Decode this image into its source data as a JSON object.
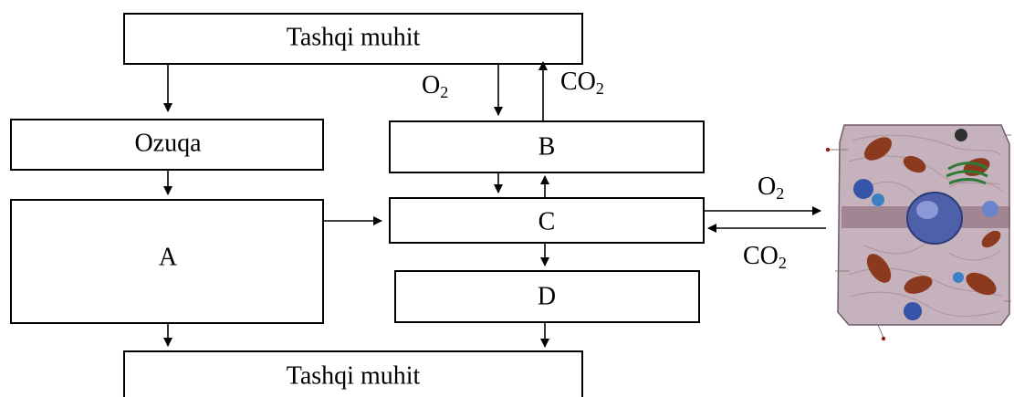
{
  "diagram": {
    "top_environment": "Tashqi muhit",
    "bottom_environment": "Tashqi muhit",
    "food": "Ozuqa",
    "box_a": "A",
    "box_b": "B",
    "box_c": "C",
    "box_d": "D",
    "oxygen_left": "O",
    "oxygen_left_subscript": "2",
    "co2_top": "CO",
    "co2_top_subscript": "2",
    "oxygen_right": "O",
    "oxygen_right_subscript": "2",
    "co2_bottom": "CO",
    "co2_bottom_subscript": "2",
    "cell_image_icon": "animal-cell-icon",
    "colors": {
      "line": "#000000",
      "background": "#ffffff",
      "cell_membrane": "#c6b2bc",
      "nucleus": "#4b5fa9",
      "mitochondria": "#8c3a1f"
    }
  }
}
